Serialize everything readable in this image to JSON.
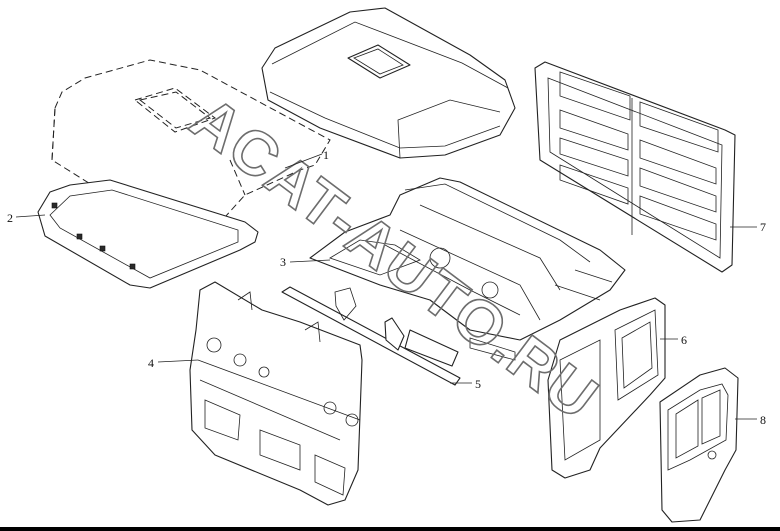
{
  "watermark": "ACAT-AUTO.RU",
  "callouts": [
    {
      "id": "1",
      "label": "1"
    },
    {
      "id": "2",
      "label": "2"
    },
    {
      "id": "3",
      "label": "3"
    },
    {
      "id": "4",
      "label": "4"
    },
    {
      "id": "5",
      "label": "5"
    },
    {
      "id": "6",
      "label": "6"
    },
    {
      "id": "7",
      "label": "7"
    },
    {
      "id": "8",
      "label": "8"
    }
  ]
}
